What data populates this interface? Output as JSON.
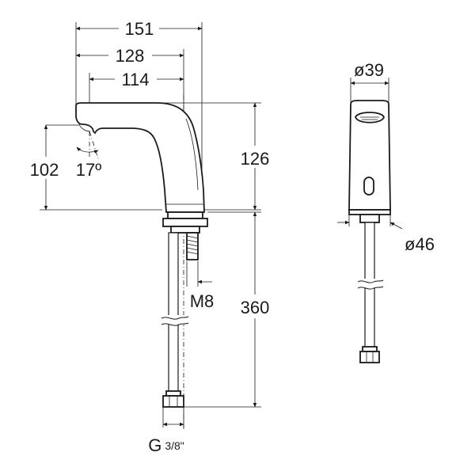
{
  "dimensions": {
    "width_151": "151",
    "width_128": "128",
    "width_114": "114",
    "spout_height": "102",
    "spout_angle": "17º",
    "body_height": "126",
    "hose_length": "360",
    "stud_thread": "M8",
    "connection_thread_main": "G",
    "connection_thread_frac": "3/8\"",
    "top_diameter": "ø39",
    "base_diameter": "ø46"
  },
  "colors": {
    "line": "#1a1a1a",
    "background": "#ffffff"
  }
}
